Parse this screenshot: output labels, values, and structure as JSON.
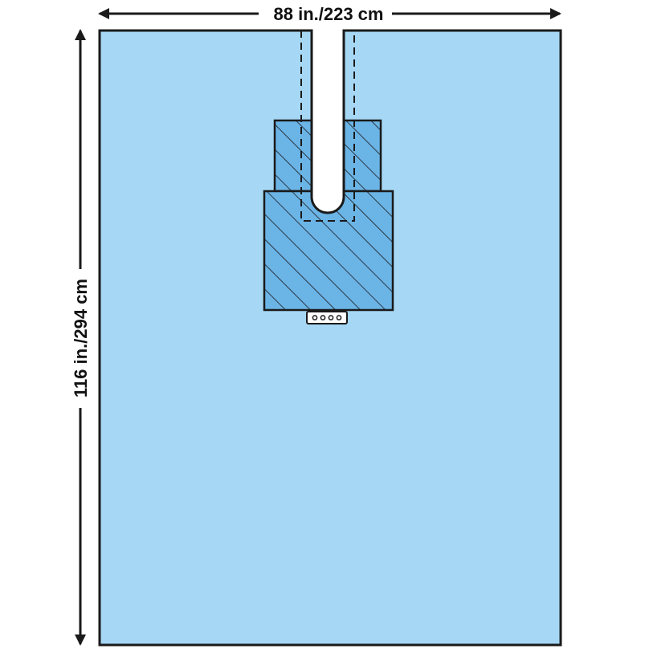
{
  "dimensions": {
    "width_label": "88 in./223 cm",
    "height_label": "116 in./294 cm"
  },
  "colors": {
    "drape_fill": "#a6d8f5",
    "reinforced_fill": "#6bb4e6",
    "outline": "#1a1a1a",
    "background": "#ffffff",
    "fenestration_fill": "#ffffff"
  },
  "features": {
    "hatched_reinforcement": true,
    "dashed_fenestration_outline": true,
    "tube_holder_holes": 4
  }
}
